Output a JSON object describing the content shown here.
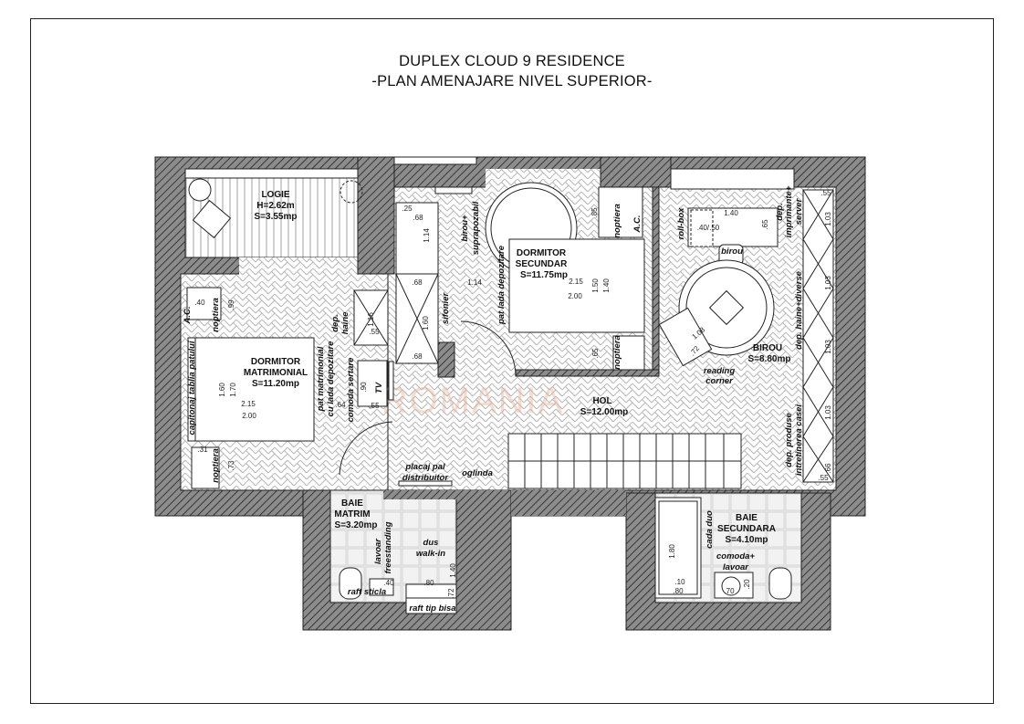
{
  "title": {
    "line1": "DUPLEX CLOUD 9 RESIDENCE",
    "line2": "-PLAN AMENAJARE NIVEL SUPERIOR-"
  },
  "watermark": "ROMANIA",
  "colors": {
    "wall": "#8c8c8c",
    "hatch": "#222222",
    "floor_pattern": "#b8b8b8",
    "tile": "#d6d6d6",
    "watermark": "#e9b39a"
  },
  "rooms": {
    "logie": [
      "LOGIE",
      "H=2.62m",
      "S=3.55mp"
    ],
    "dormitor_matrimonial": [
      "DORMITOR",
      "MATRIMONIAL",
      "S=11.20mp"
    ],
    "dormitor_secundar": [
      "DORMITOR",
      "SECUNDAR",
      "S=11.75mp"
    ],
    "birou": [
      "BIROU",
      "S=8.80mp"
    ],
    "hol": [
      "HOL",
      "S=12.00mp"
    ],
    "baie_matrim": [
      "BAIE",
      "MATRIM",
      "S=3.20mp"
    ],
    "baie_secundara": [
      "BAIE",
      "SECUNDARA",
      "S=4.10mp"
    ]
  },
  "notes": {
    "birou_suprapozabil": [
      "birou+",
      "suprapozabil"
    ],
    "sifonier": "sifonier",
    "pat_lada": "pat lada depozitare",
    "noptiera": "noptiera",
    "ac": "A.C.",
    "roll_box": "roll-box",
    "birou": "birou",
    "dep_imprimante": [
      "dep.",
      "imprimante+",
      "server"
    ],
    "dep_haine_diverse": "dep. haine+diverse",
    "reading_corner": [
      "reading",
      "corner"
    ],
    "dep_produse": [
      "dep. produse",
      "intretinerea casei"
    ],
    "capitonaj": "capitonaj tablia patului",
    "pat_matrimonial": [
      "pat matrimonial",
      "cu lada depozitare"
    ],
    "comoda_sertare": "comoda sertare",
    "dep_haine": [
      "dep.",
      "haine"
    ],
    "tv": "TV",
    "placaj": [
      "placaj pal",
      "distribuitor"
    ],
    "oglinda": "oglinda",
    "lavoar_freestanding": [
      "lavoar",
      "freestanding"
    ],
    "dus": [
      "dus",
      "walk-in"
    ],
    "raft_sticla": "raft sticla",
    "raft_bisa": "raft tip bisa",
    "cada_duo": "cada duo",
    "comoda_lavoar": [
      "comoda+",
      "lavoar"
    ]
  },
  "dimensions": {
    "d25": ".25",
    "d68": ".68",
    "d114": "1.14",
    "d160": "1.60",
    "d40": ".40",
    "d99": ".99",
    "d116": "1.16",
    "d55": ".55",
    "d170": "1.70",
    "d215": "2.15",
    "d200": "2.00",
    "d64": ".64",
    "d90": ".90",
    "d31": ".31",
    "d73": ".73",
    "d85": ".85",
    "d150": "1.50",
    "d140": "1.40",
    "d65": ".65",
    "d4050": ".40/.50",
    "d108": "1.08",
    "d72": ".72",
    "d103": "1.03",
    "d66": ".66",
    "d180": "1.80",
    "d80": ".80",
    "d10": ".10",
    "d70": ".70",
    "d20": ".20"
  }
}
